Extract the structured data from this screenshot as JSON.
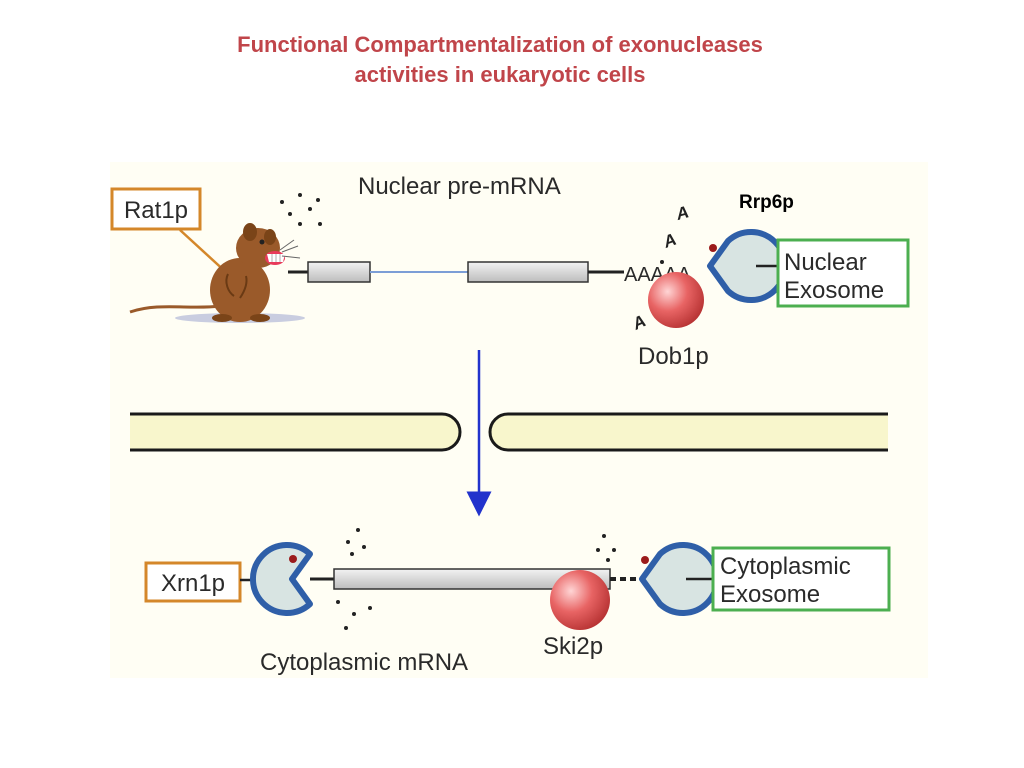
{
  "title": {
    "line1": "Functional Compartmentalization of exonucleases",
    "line2": "activities in eukaryotic cells"
  },
  "nucleus": {
    "premrna_label": "Nuclear pre-mRNA",
    "rat1p": "Rat1p",
    "rrp6p": "Rrp6p",
    "poly_a": "AAAAA",
    "free_a": [
      "A",
      "A",
      "A"
    ],
    "dob1p": "Dob1p",
    "nuclear_exosome": [
      "Nuclear",
      "Exosome"
    ]
  },
  "cytoplasm": {
    "xrn1p": "Xrn1p",
    "mrna_label": "Cytoplasmic mRNA",
    "ski2p": "Ski2p",
    "cytoplasmic_exosome": [
      "Cytoplasmic",
      "Exosome"
    ]
  },
  "colors": {
    "title": "#c0454a",
    "box_orange": "#d4872a",
    "box_green": "#4caf50",
    "pacman_ring": "#2f5fa8",
    "pacman_fill": "#d8e4e2",
    "ball": "#e05a5a",
    "membrane": "#f8f6cc",
    "arrow": "#2233cc"
  }
}
